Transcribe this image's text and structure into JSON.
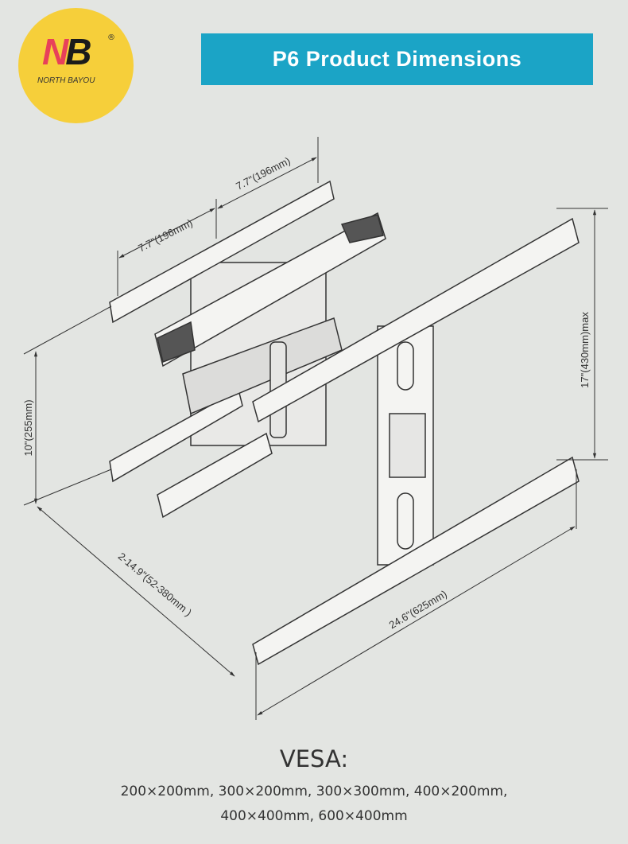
{
  "logo": {
    "brand_mark": "NB",
    "brand_name": "NORTH BAYOU",
    "registered": "®"
  },
  "header": {
    "title": "P6 Product Dimensions"
  },
  "dimensions": {
    "arm_width_left": "7.7\"(196mm)",
    "arm_width_right": "7.7\"(196mm)",
    "wall_plate_height": "10\"(255mm)",
    "extension": "2-14.9\"(52-380mm )",
    "bracket_width": "24.6\"(625mm)",
    "bracket_height": "17\"(430mm)max"
  },
  "vesa": {
    "title": "VESA:",
    "line1": "200×200mm, 300×200mm, 300×300mm, 400×200mm,",
    "line2": "400×400mm, 600×400mm"
  },
  "colors": {
    "banner": "#1ba4c6",
    "logo_bg": "#f6cf3a",
    "logo_red": "#e8405a"
  }
}
